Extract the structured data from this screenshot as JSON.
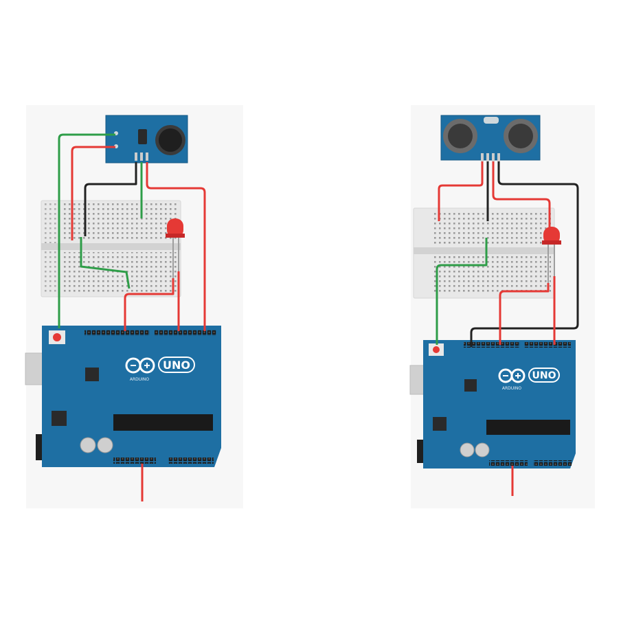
{
  "left_circuit": {
    "board_label": "UNO",
    "brand_label": "ARDUINO"
  },
  "right_circuit": {
    "board_label": "UNO",
    "brand_label": "ARDUINO"
  },
  "colors": {
    "board": "#1e6fa3",
    "board_dark": "#175a86",
    "wire_red": "#e53935",
    "wire_green": "#2e9d48",
    "wire_black": "#222222",
    "breadboard": "#e6e6e6",
    "led": "#e53935"
  }
}
